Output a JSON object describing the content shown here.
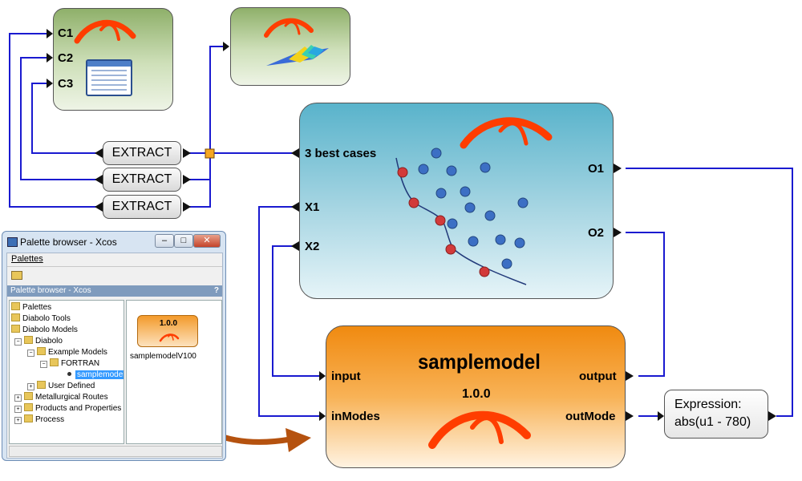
{
  "blocks": {
    "top_left": {
      "ports": [
        "C1",
        "C2",
        "C3"
      ]
    },
    "extract": [
      "EXTRACT",
      "EXTRACT",
      "EXTRACT"
    ],
    "optimizer": {
      "inputs": [
        "3 best cases",
        "X1",
        "X2"
      ],
      "outputs": [
        "O1",
        "O2"
      ]
    },
    "model": {
      "title": "samplemodel",
      "version": "1.0.0",
      "inputs": [
        "input",
        "inModes"
      ],
      "outputs": [
        "output",
        "outMode"
      ]
    },
    "expression": {
      "line1": "Expression:",
      "line2": "abs(u1 - 780)"
    }
  },
  "palette": {
    "window_title": "Palette browser - Xcos",
    "menu": "Palettes",
    "header": "Palette browser - Xcos",
    "help_mark": "?",
    "tree": [
      "Palettes",
      "Diabolo Tools",
      "Diabolo Models",
      "Diabolo",
      "Example Models",
      "FORTRAN",
      "samplemodel",
      "User Defined",
      "Metallurgical Routes",
      "Products and Properties",
      "Process"
    ],
    "tile_version": "1.0.0",
    "tile_label": "samplemodelV100"
  },
  "colors": {
    "wire": "#1a1ad0",
    "brand_swoosh": "#ff3d00",
    "arrow": "#b5520f",
    "selection": "#3399ff"
  }
}
